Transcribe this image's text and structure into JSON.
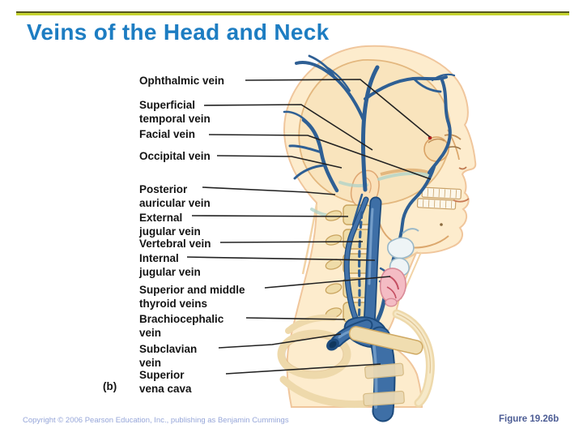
{
  "slide": {
    "title": "Veins of the Head and Neck",
    "panel_label": "(b)",
    "footer": {
      "copyright": "Copyright © 2006 Pearson Education, Inc., publishing as Benjamin Cummings",
      "figure_ref": "Figure 19.26b"
    }
  },
  "diagram": {
    "type": "anatomical-diagram",
    "subject": "Veins of the head and neck, right lateral view",
    "labels": [
      {
        "text": "Ophthalmic vein"
      },
      {
        "text": "Superficial\ntemporal vein"
      },
      {
        "text": "Facial vein"
      },
      {
        "text": "Occipital vein"
      },
      {
        "text": "Posterior\nauricular vein"
      },
      {
        "text": "External\njugular vein"
      },
      {
        "text": "Vertebral vein"
      },
      {
        "text": "Internal\njugular vein"
      },
      {
        "text": "Superior and middle\nthyroid veins"
      },
      {
        "text": "Brachiocephalic\nvein"
      },
      {
        "text": "Subclavian\nvein"
      },
      {
        "text": "Superior\nvena cava"
      }
    ]
  },
  "colors": {
    "title": "#1d7dc2",
    "accent_line": "#c5d32e",
    "label_text": "#141414",
    "leader_line": "#222222",
    "copyright": "#96a6d9",
    "figure_ref": "#4d5d95",
    "skin": "#fdeccd",
    "bone": "#f0ddb0",
    "vein_dark": "#1d4b7d",
    "vein_mid": "#3e6fa6",
    "vein_light": "#7ca6cf",
    "thyroid_pink": "#f4bcc4"
  }
}
